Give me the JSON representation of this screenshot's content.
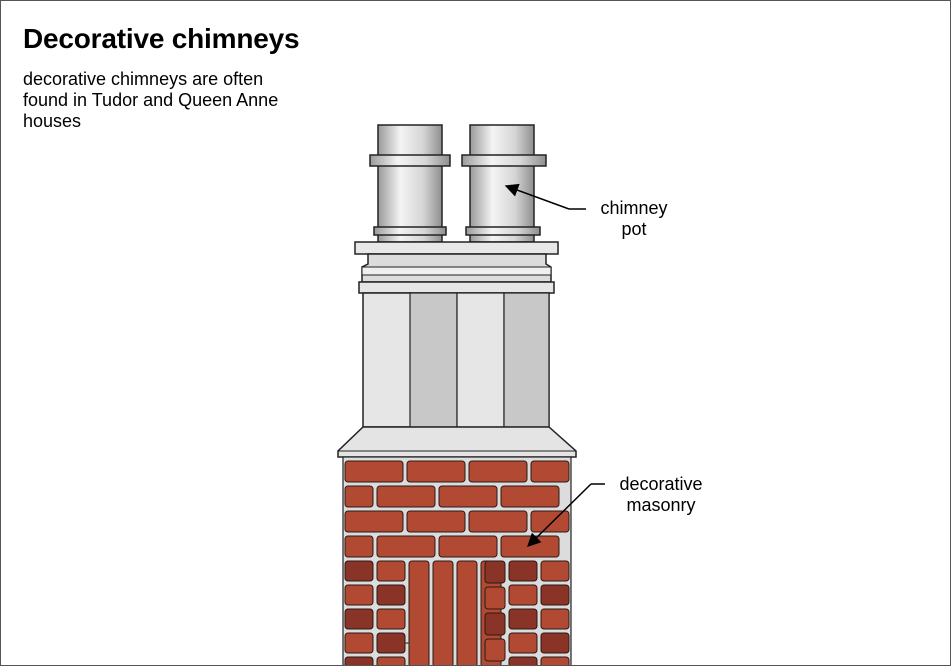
{
  "title": "Decorative chimneys",
  "subtitle": "decorative chimneys are often found in Tudor and Queen Anne houses",
  "labels": {
    "chimney_pot": [
      "chimney",
      "pot"
    ],
    "decorative_masonry": [
      "decorative",
      "masonry"
    ]
  },
  "colors": {
    "brick": "#b24a33",
    "brick_dark": "#8a3327",
    "mortar": "#dcdcdc",
    "stone_light": "#e6e6e6",
    "stone_mid": "#c8c8c8",
    "pot_metal": "#d5d5d5",
    "outline": "#222222"
  }
}
